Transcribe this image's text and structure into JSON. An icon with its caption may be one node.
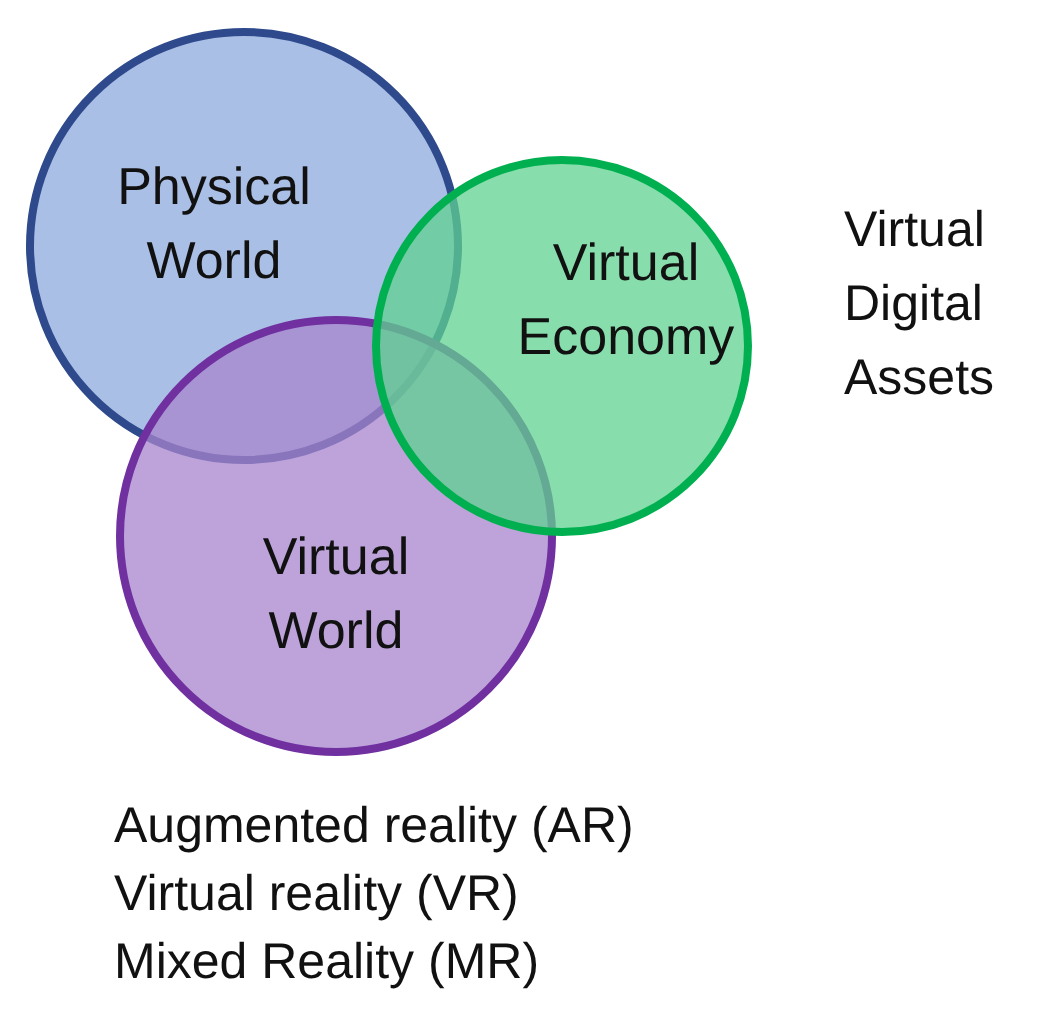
{
  "diagram": {
    "nodes": [
      {
        "text": [
          "Physical World"
        ]
      },
      {
        "text": [
          "Virtual Economy"
        ],
        "beside": [
          "Virtual Digital Assets"
        ]
      },
      {
        "text": [
          "Virtual World"
        ],
        "beside": [
          "Augmented reality (AR)",
          "Virtual reality (VR)",
          "Mixed Reality (MR)"
        ]
      }
    ],
    "edges": []
  }
}
